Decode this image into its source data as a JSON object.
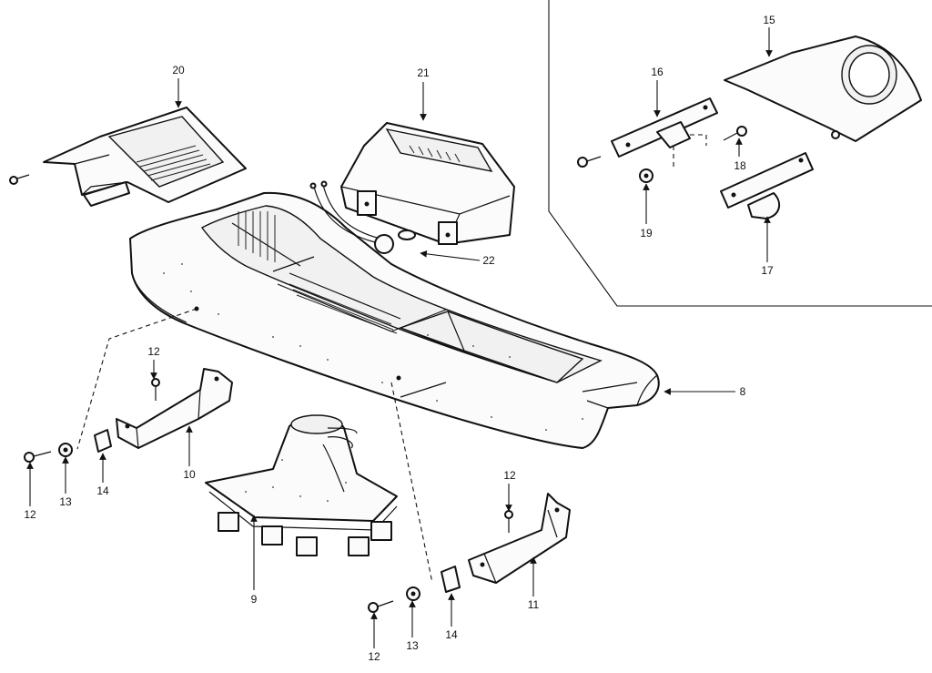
{
  "callouts": {
    "p8": "8",
    "p9": "9",
    "p10": "10",
    "p11": "11",
    "p12a": "12",
    "p12b": "12",
    "p12c": "12",
    "p12d": "12",
    "p13a": "13",
    "p13b": "13",
    "p14a": "14",
    "p14b": "14",
    "p15": "15",
    "p16": "16",
    "p17": "17",
    "p18": "18",
    "p19": "19",
    "p20": "20",
    "p21": "21",
    "p22": "22"
  }
}
